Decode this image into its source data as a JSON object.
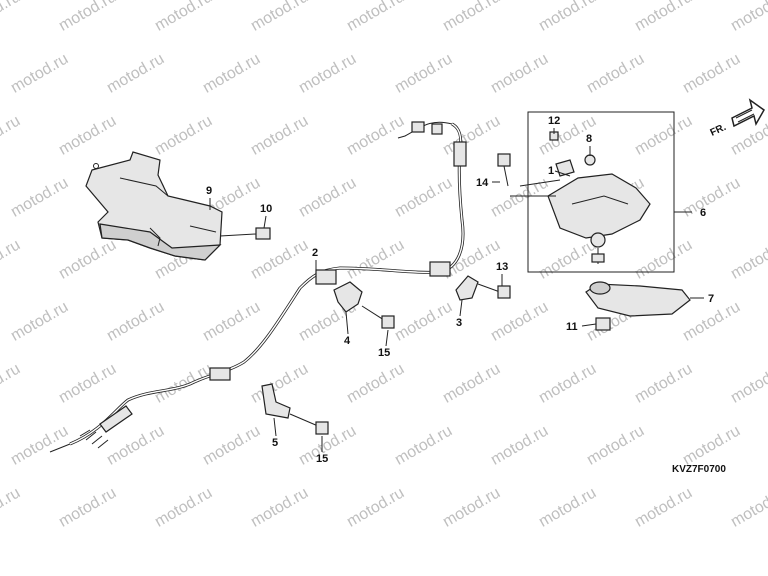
{
  "watermark": "motod.ru",
  "direction_label": "FR.",
  "diagram_code": "KVZ7F0700",
  "callouts": {
    "p1": "1",
    "p2": "2",
    "p3": "3",
    "p4": "4",
    "p5": "5",
    "p6": "6",
    "p7": "7",
    "p8": "8",
    "p9": "9",
    "p10": "10",
    "p11": "11",
    "p12": "12",
    "p13": "13",
    "p14": "14",
    "p15a": "15",
    "p15b": "15"
  }
}
